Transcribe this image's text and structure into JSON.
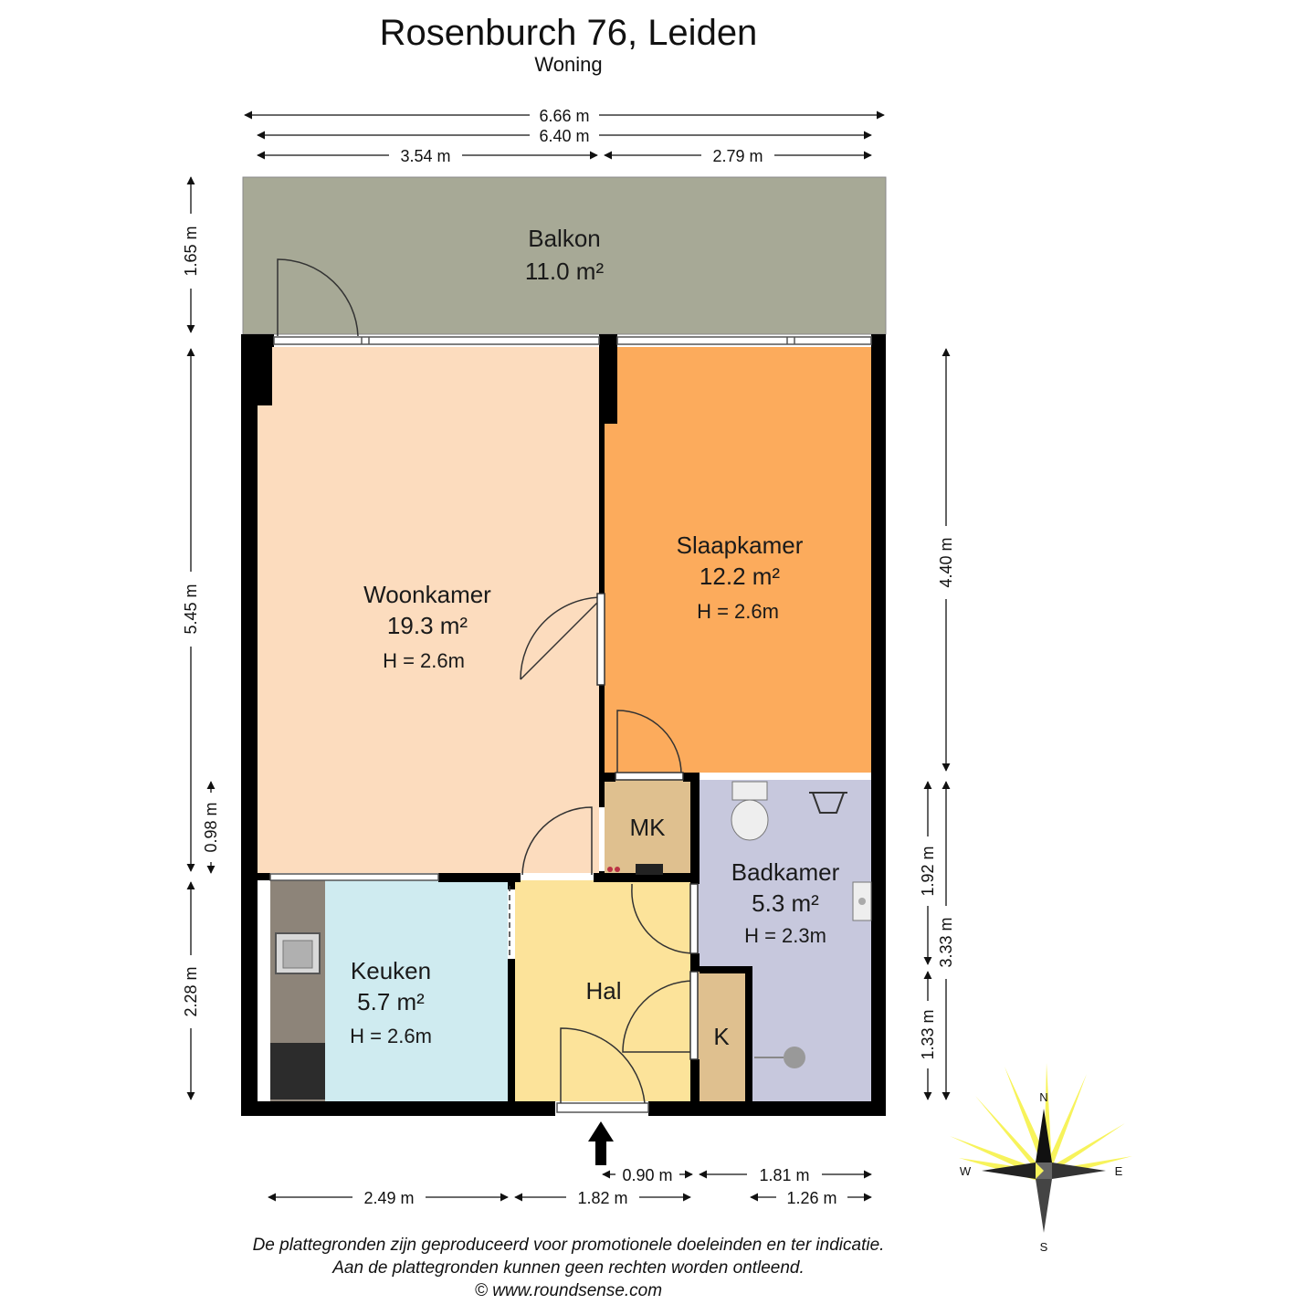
{
  "header": {
    "title": "Rosenburch 76, Leiden",
    "subtitle": "Woning"
  },
  "rooms": {
    "balkon": {
      "name": "Balkon",
      "area": "11.0 m²"
    },
    "woonkamer": {
      "name": "Woonkamer",
      "area": "19.3 m²",
      "height": "H = 2.6m"
    },
    "slaapkamer": {
      "name": "Slaapkamer",
      "area": "12.2 m²",
      "height": "H = 2.6m"
    },
    "mk": {
      "name": "MK"
    },
    "badkamer": {
      "name": "Badkamer",
      "area": "5.3 m²",
      "height": "H = 2.3m"
    },
    "keuken": {
      "name": "Keuken",
      "area": "5.7 m²",
      "height": "H = 2.6m"
    },
    "hal": {
      "name": "Hal"
    },
    "k": {
      "name": "K"
    }
  },
  "dimensions": {
    "top_total_outer": "6.66 m",
    "top_total_inner": "6.40 m",
    "top_left": "3.54 m",
    "top_right": "2.79 m",
    "left_balkon": "1.65 m",
    "left_woonkamer": "5.45 m",
    "left_small": "0.98 m",
    "left_keuken": "2.28 m",
    "right_slaapkamer": "4.40 m",
    "right_badkamer": "1.92 m",
    "right_total": "3.33 m",
    "right_k": "1.33 m",
    "bottom_door": "0.90 m",
    "bottom_right_a": "1.81 m",
    "bottom_left": "2.49 m",
    "bottom_mid": "1.82 m",
    "bottom_right_b": "1.26 m"
  },
  "compass": {
    "n": "N",
    "e": "E",
    "s": "S",
    "w": "W"
  },
  "disclaimer": {
    "line1": "De plattegronden zijn geproduceerd voor promotionele doeleinden en ter indicatie.",
    "line2": "Aan de plattegronden kunnen geen rechten worden ontleend.",
    "line3": "© www.roundsense.com"
  },
  "colors": {
    "balkon": "#a7a996",
    "woonkamer": "#fcdcbe",
    "slaapkamer": "#fcab5c",
    "mk": "#dfc08f",
    "badkamer": "#c7c8dd",
    "keuken": "#cfebf0",
    "hal": "#fce39a",
    "k": "#dfc08f",
    "wall": "#000000"
  }
}
